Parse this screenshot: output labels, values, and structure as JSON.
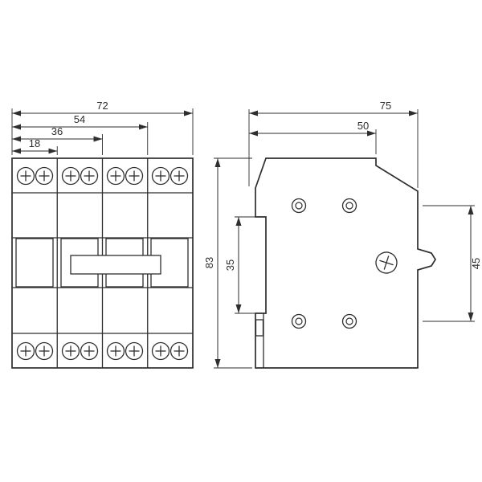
{
  "front_view": {
    "dim_overall_width": "72",
    "dim_three_modules": "54",
    "dim_two_modules": "36",
    "dim_one_module": "18"
  },
  "side_view": {
    "dim_overall_depth": "75",
    "dim_upper_depth": "50",
    "dim_overall_height": "83",
    "dim_din_recess": "35",
    "dim_terminal_spacing": "45"
  },
  "colors": {
    "line": "#2e2e2e",
    "background": "#ffffff"
  }
}
